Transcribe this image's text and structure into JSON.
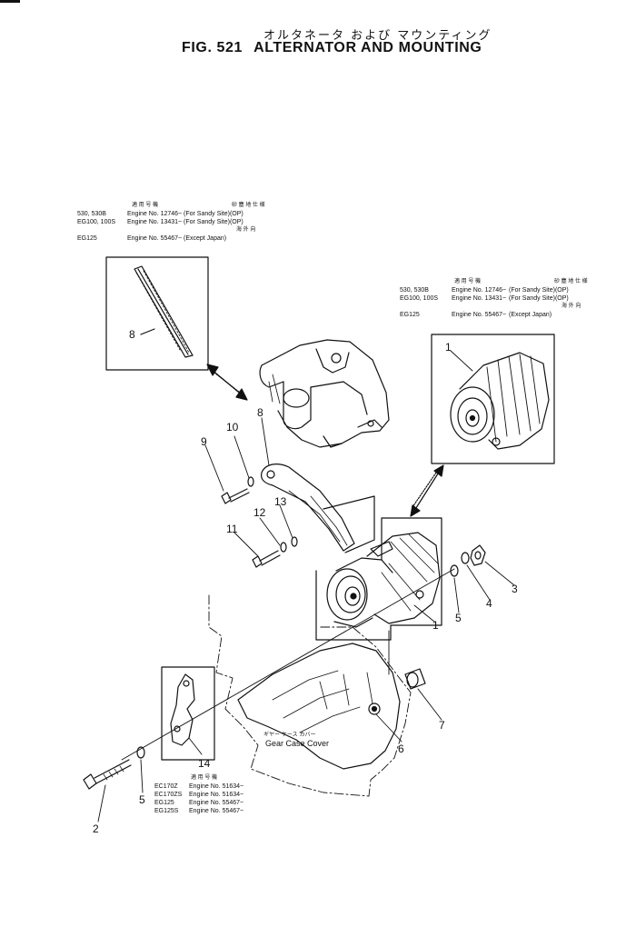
{
  "title": {
    "jp": "オルタネータ および マウンティング",
    "fig": "FIG. 521",
    "en": "ALTERNATOR AND MOUNTING"
  },
  "note_top_left": {
    "headers": [
      "適 用 号 機",
      "砂 塵 地 仕 様",
      "海 外 向"
    ],
    "rows": [
      {
        "model": "530, 530B",
        "engine": "Engine No. 12746~",
        "spec": "(For Sandy Site)(OP)"
      },
      {
        "model": "EG100, 100S",
        "engine": "Engine No. 13431~",
        "spec": "(For Sandy Site)(OP)"
      },
      {
        "model": "EG125",
        "engine": "Engine No. 55467~",
        "spec": "(Except Japan)"
      }
    ]
  },
  "note_right": {
    "headers": [
      "適 用 号 機",
      "砂 塵 地 仕 様",
      "海 外 向"
    ],
    "rows": [
      {
        "model": "530, 530B",
        "engine": "Engine No. 12746~",
        "spec": "(For Sandy Site)(OP)"
      },
      {
        "model": "EG100, 100S",
        "engine": "Engine No. 13431~",
        "spec": "(For Sandy Site)(OP)"
      },
      {
        "model": "EG125",
        "engine": "Engine No. 55467~",
        "spec": "(Except Japan)"
      }
    ]
  },
  "note_bottom": {
    "header": "適 用 号 機",
    "rows": [
      {
        "model": "EC170Z",
        "engine": "Engine No. 51634~"
      },
      {
        "model": "EC170ZS",
        "engine": "Engine No. 51634~"
      },
      {
        "model": "EG125",
        "engine": "Engine No. 55467~"
      },
      {
        "model": "EG125S",
        "engine": "Engine No. 55467~"
      }
    ]
  },
  "gear_case_cover": {
    "jp": "ギヤー ケース カバー",
    "en": "Gear Case Cover"
  },
  "callouts": [
    "1",
    "1",
    "2",
    "3",
    "4",
    "5",
    "5",
    "6",
    "7",
    "8",
    "8",
    "9",
    "10",
    "11",
    "12",
    "13",
    "14"
  ]
}
